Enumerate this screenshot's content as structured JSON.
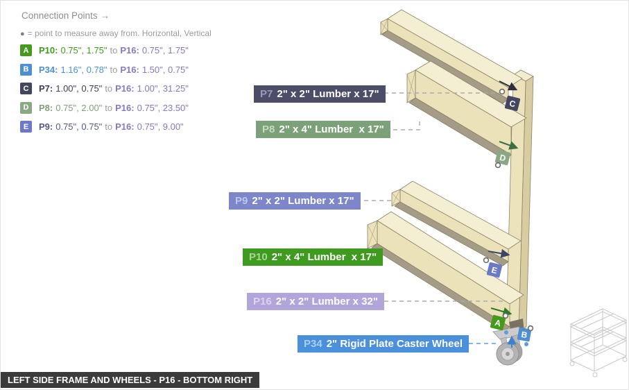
{
  "palette": {
    "wood_top": "#f4eed3",
    "wood_front": "#ebe2ba",
    "wood_dark": "#a49c87",
    "wood_line": "#8a8263",
    "post_front": "#ece3bc",
    "post_side": "#d7cda1",
    "post_top": "#f2ecd0",
    "notch": "#7a7263",
    "leader_gray": "#ababab",
    "leader_blue": "#5f9bdf",
    "caster_plate": "#cccccc",
    "caster_wheel": "#b4b4b4",
    "caster_hub": "#d8d8d8",
    "caster_line": "#909090",
    "thumb_line": "#c7c7c7"
  },
  "header": {
    "title": "Connection Points →",
    "bullet": "●",
    "legend_note": "= point to measure away from. Horizontal, Vertical"
  },
  "legend": {
    "sep": "to",
    "sep_color": "#9d9d9d",
    "to_part_color": "#8579c0",
    "rows": [
      {
        "letter": "A",
        "square": "#459a1d",
        "from_part": "P10:",
        "from_vals": "0.75\", 1.75\"",
        "from_color": "#3f9b1c",
        "to_part": "P16:",
        "to_vals": "0.75\", 1.75\""
      },
      {
        "letter": "B",
        "square": "#4e8fd3",
        "from_part": "P34:",
        "from_vals": "1.16\", 0.78\"",
        "from_color": "#4a90d9",
        "to_part": "P16:",
        "to_vals": "1.50\", 0.75\""
      },
      {
        "letter": "C",
        "square": "#44465e",
        "from_part": "P7:",
        "from_vals": "1.00\", 0.75\"",
        "from_color": "#3c3f58",
        "to_part": "P16:",
        "to_vals": "1.00\", 31.25\""
      },
      {
        "letter": "D",
        "square": "#8aa883",
        "from_part": "P8:",
        "from_vals": "0.75\", 2.00\"",
        "from_color": "#7fa078",
        "to_part": "P16:",
        "to_vals": "0.75\", 23.50\""
      },
      {
        "letter": "E",
        "square": "#6b79c8",
        "from_part": "P9:",
        "from_vals": "0.75\", 0.75\"",
        "from_color": "#535b86",
        "to_part": "P16:",
        "to_vals": "0.75\", 9.00\""
      }
    ]
  },
  "diagram_labels": [
    {
      "id": "p7",
      "prefix": "P7",
      "text": "2\" x 2\" Lumber x 17\"",
      "bg": "#4c4e68",
      "prefix_color": "#9b97c2"
    },
    {
      "id": "p8",
      "prefix": "P8",
      "text": "2\" x 4\" Lumber  x 17\"",
      "bg": "#7ba178",
      "prefix_color": "#c4d9bd"
    },
    {
      "id": "p9",
      "prefix": "P9",
      "text": "2\" x 2\" Lumber x 17\"",
      "bg": "#7c86c9",
      "prefix_color": "#bfc6ec"
    },
    {
      "id": "p10",
      "prefix": "P10",
      "text": "2\" x 4\" Lumber  x 17\"",
      "bg": "#3f9b1f",
      "prefix_color": "#a9d695"
    },
    {
      "id": "p16",
      "prefix": "P16",
      "text": "2\" x 2\" Lumber x 32\"",
      "bg": "#b1a5d9",
      "prefix_color": "#dbd3f0"
    },
    {
      "id": "p34",
      "prefix": "P34",
      "text": "2\" Rigid Plate Caster Wheel",
      "bg": "#4b90da",
      "prefix_color": "#abcef4"
    }
  ],
  "markers": {
    "a": "A",
    "b": "B",
    "c": "C",
    "d": "D",
    "e": "E"
  },
  "footer": {
    "title": "LEFT SIDE FRAME AND WHEELS - P16 - BOTTOM RIGHT"
  }
}
